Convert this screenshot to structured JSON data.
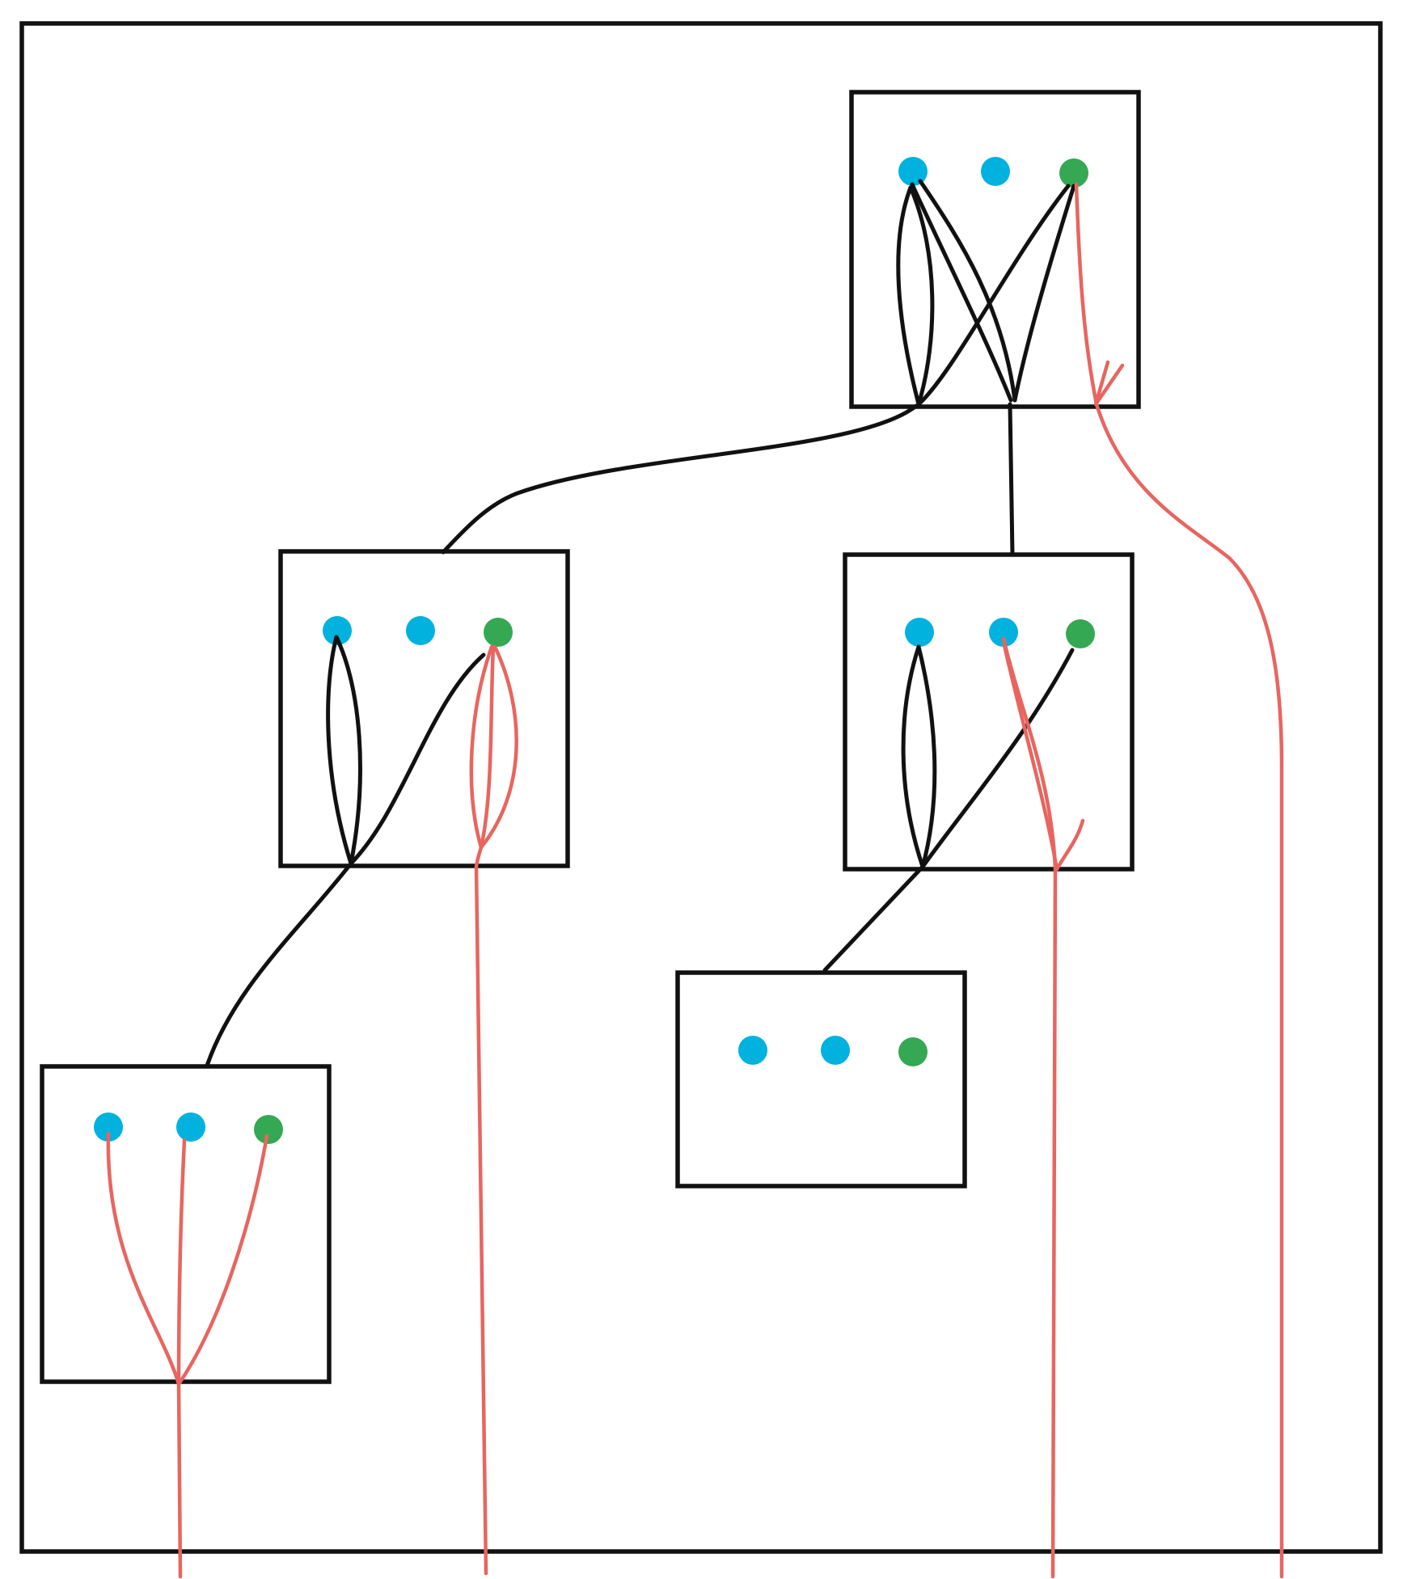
{
  "colors": {
    "outline": "#111111",
    "wire_black": "#111111",
    "wire_red": "#e8655f",
    "terminal_blue": "#00b2dd",
    "terminal_green": "#34a853",
    "background": "#ffffff"
  },
  "boxes": [
    {
      "id": "box-top-right",
      "terminals": [
        "blue",
        "blue",
        "green"
      ]
    },
    {
      "id": "box-middle-left",
      "terminals": [
        "blue",
        "blue",
        "green"
      ]
    },
    {
      "id": "box-middle-right",
      "terminals": [
        "blue",
        "blue",
        "green"
      ]
    },
    {
      "id": "box-lower-middle",
      "terminals": [
        "blue",
        "blue",
        "green"
      ]
    },
    {
      "id": "box-bottom-left",
      "terminals": [
        "blue",
        "blue",
        "green"
      ]
    }
  ]
}
